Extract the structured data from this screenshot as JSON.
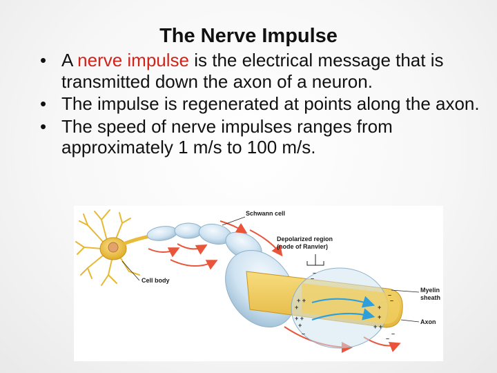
{
  "slide": {
    "title": "The Nerve Impulse",
    "bullets": [
      {
        "bullet": "•",
        "before": "A ",
        "highlight": "nerve impulse",
        "after": " is the electrical message that is transmitted down the axon of a neuron."
      },
      {
        "bullet": "•",
        "text": "The impulse is regenerated at points along the axon."
      },
      {
        "bullet": "•",
        "text": "The speed of nerve impulses ranges from approximately 1 m/s  to 100 m/s."
      }
    ],
    "highlight_color": "#d0241b"
  },
  "figure": {
    "labels": {
      "schwann": "Schwann cell",
      "depolarized_1": "Depolarized region",
      "depolarized_2": "(node of Ranvier)",
      "cell_body": "Cell body",
      "myelin_1": "Myelin",
      "myelin_2": "sheath",
      "axon": "Axon"
    },
    "colors": {
      "myelin": "#cfe3f1",
      "axon": "#f2cf62",
      "cell_body": "#f0c64a",
      "arrows": "#e8553b",
      "current": "#2f9fdc"
    }
  }
}
